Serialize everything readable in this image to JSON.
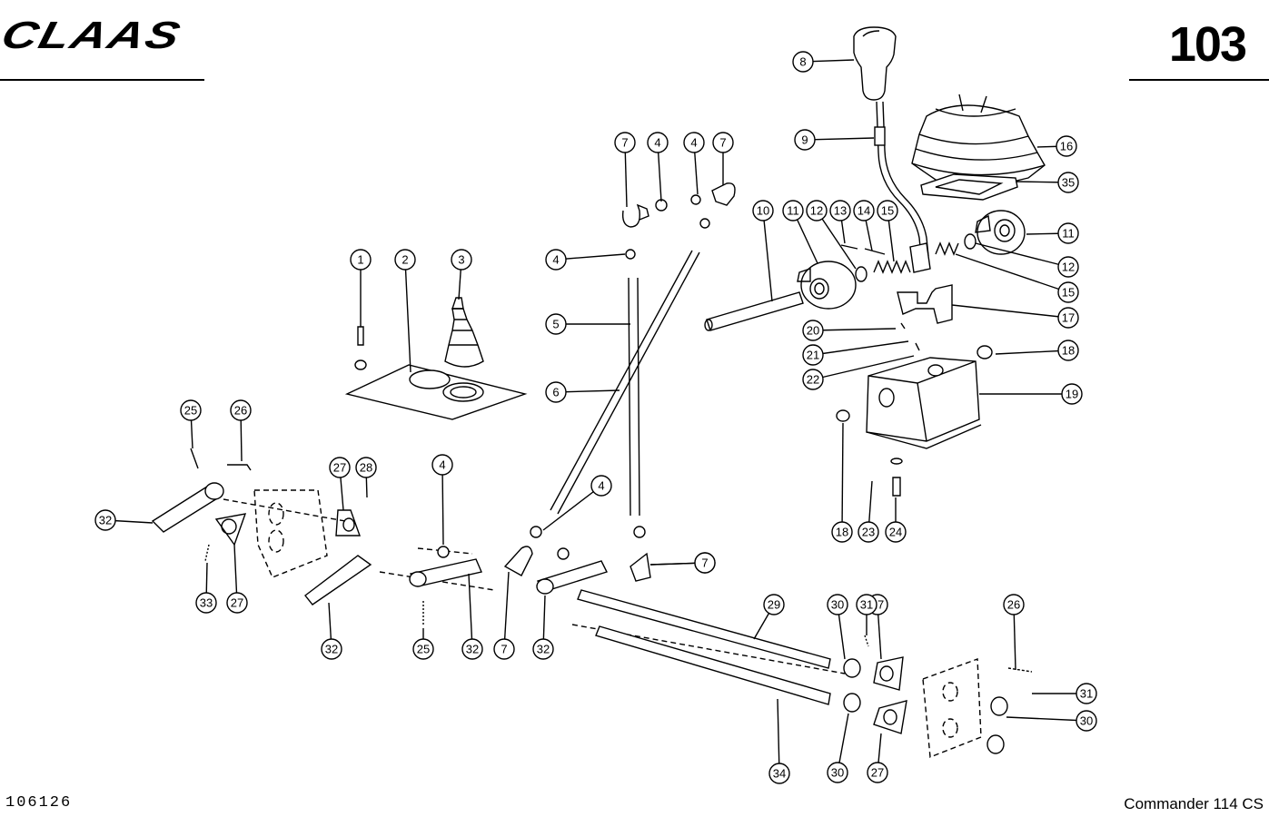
{
  "header": {
    "brand": "CLAAS",
    "page_number": "103"
  },
  "footer": {
    "drawing_number": "106126",
    "model": "Commander 114 CS"
  },
  "callouts": [
    {
      "num": "1"
    },
    {
      "num": "2"
    },
    {
      "num": "3"
    },
    {
      "num": "4"
    },
    {
      "num": "4"
    },
    {
      "num": "4"
    },
    {
      "num": "4"
    },
    {
      "num": "4"
    },
    {
      "num": "5"
    },
    {
      "num": "6"
    },
    {
      "num": "7"
    },
    {
      "num": "7"
    },
    {
      "num": "7"
    },
    {
      "num": "7"
    },
    {
      "num": "8"
    },
    {
      "num": "9"
    },
    {
      "num": "10"
    },
    {
      "num": "11"
    },
    {
      "num": "11"
    },
    {
      "num": "12"
    },
    {
      "num": "12"
    },
    {
      "num": "13"
    },
    {
      "num": "14"
    },
    {
      "num": "15"
    },
    {
      "num": "15"
    },
    {
      "num": "16"
    },
    {
      "num": "35"
    },
    {
      "num": "17"
    },
    {
      "num": "18"
    },
    {
      "num": "18"
    },
    {
      "num": "19"
    },
    {
      "num": "20"
    },
    {
      "num": "21"
    },
    {
      "num": "22"
    },
    {
      "num": "23"
    },
    {
      "num": "24"
    },
    {
      "num": "25"
    },
    {
      "num": "25"
    },
    {
      "num": "26"
    },
    {
      "num": "26"
    },
    {
      "num": "27"
    },
    {
      "num": "27"
    },
    {
      "num": "27"
    },
    {
      "num": "27"
    },
    {
      "num": "28"
    },
    {
      "num": "29"
    },
    {
      "num": "30"
    },
    {
      "num": "30"
    },
    {
      "num": "30"
    },
    {
      "num": "31"
    },
    {
      "num": "31"
    },
    {
      "num": "32"
    },
    {
      "num": "32"
    },
    {
      "num": "32"
    },
    {
      "num": "32"
    },
    {
      "num": "33"
    },
    {
      "num": "34"
    },
    {
      "num": "7"
    }
  ]
}
